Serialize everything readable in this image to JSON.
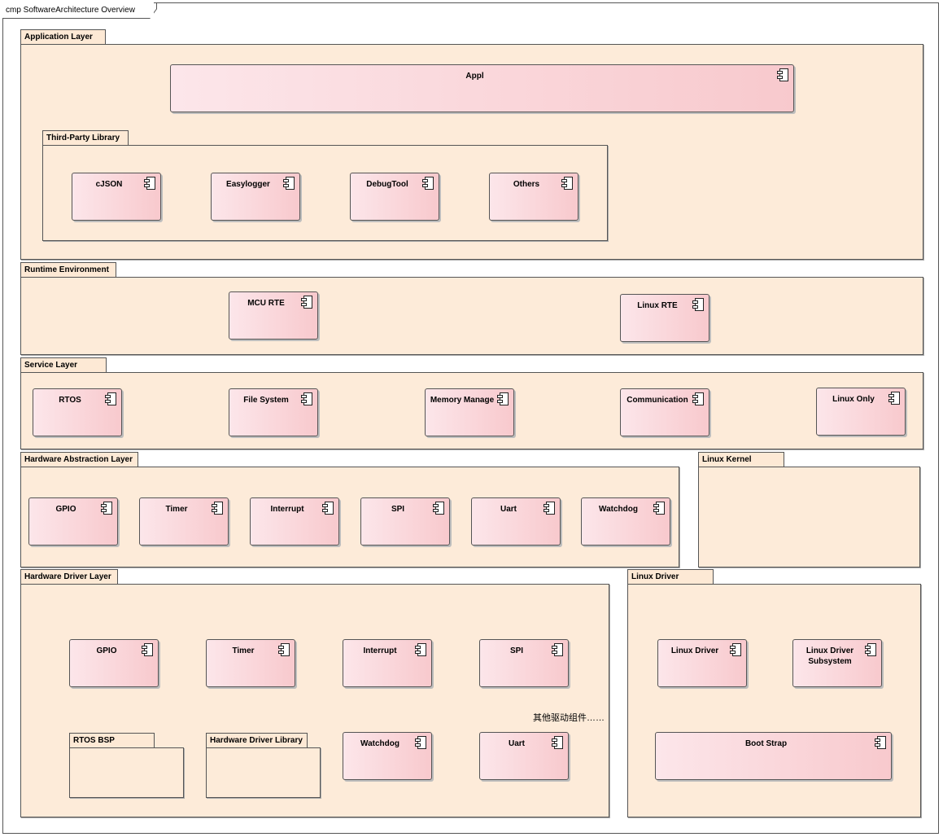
{
  "frame": {
    "title": "cmp SoftwareArchitecture Overview"
  },
  "packages": {
    "application_layer": "Application Layer",
    "third_party_library": "Third-Party Library",
    "runtime_environment": "Runtime Environment",
    "service_layer": "Service Layer",
    "hardware_abstraction_layer": "Hardware Abstraction Layer",
    "linux_kernel": "Linux Kernel",
    "hardware_driver_layer": "Hardware Driver Layer",
    "linux_driver": "Linux Driver",
    "rtos_bsp": "RTOS BSP",
    "hardware_driver_library": "Hardware Driver Library"
  },
  "components": {
    "appl": "Appl",
    "cjson": "cJSON",
    "easylogger": "Easylogger",
    "debugtool": "DebugTool",
    "others": "Others",
    "mcu_rte": "MCU RTE",
    "linux_rte": "Linux RTE",
    "rtos": "RTOS",
    "file_system": "File System",
    "memory_manage": "Memory Manage",
    "communication": "Communication",
    "linux_only": "Linux Only",
    "hal_gpio": "GPIO",
    "hal_timer": "Timer",
    "hal_interrupt": "Interrupt",
    "hal_spi": "SPI",
    "hal_uart": "Uart",
    "hal_watchdog": "Watchdog",
    "drv_gpio": "GPIO",
    "drv_timer": "Timer",
    "drv_interrupt": "Interrupt",
    "drv_spi": "SPI",
    "drv_watchdog": "Watchdog",
    "drv_uart": "Uart",
    "linux_driver": "Linux Driver",
    "linux_driver_subsystem": "Linux Driver Subsystem",
    "boot_strap": "Boot Strap"
  },
  "notes": {
    "other_drivers": "其他驱动组件……"
  },
  "icons": {
    "component": "component-icon"
  }
}
